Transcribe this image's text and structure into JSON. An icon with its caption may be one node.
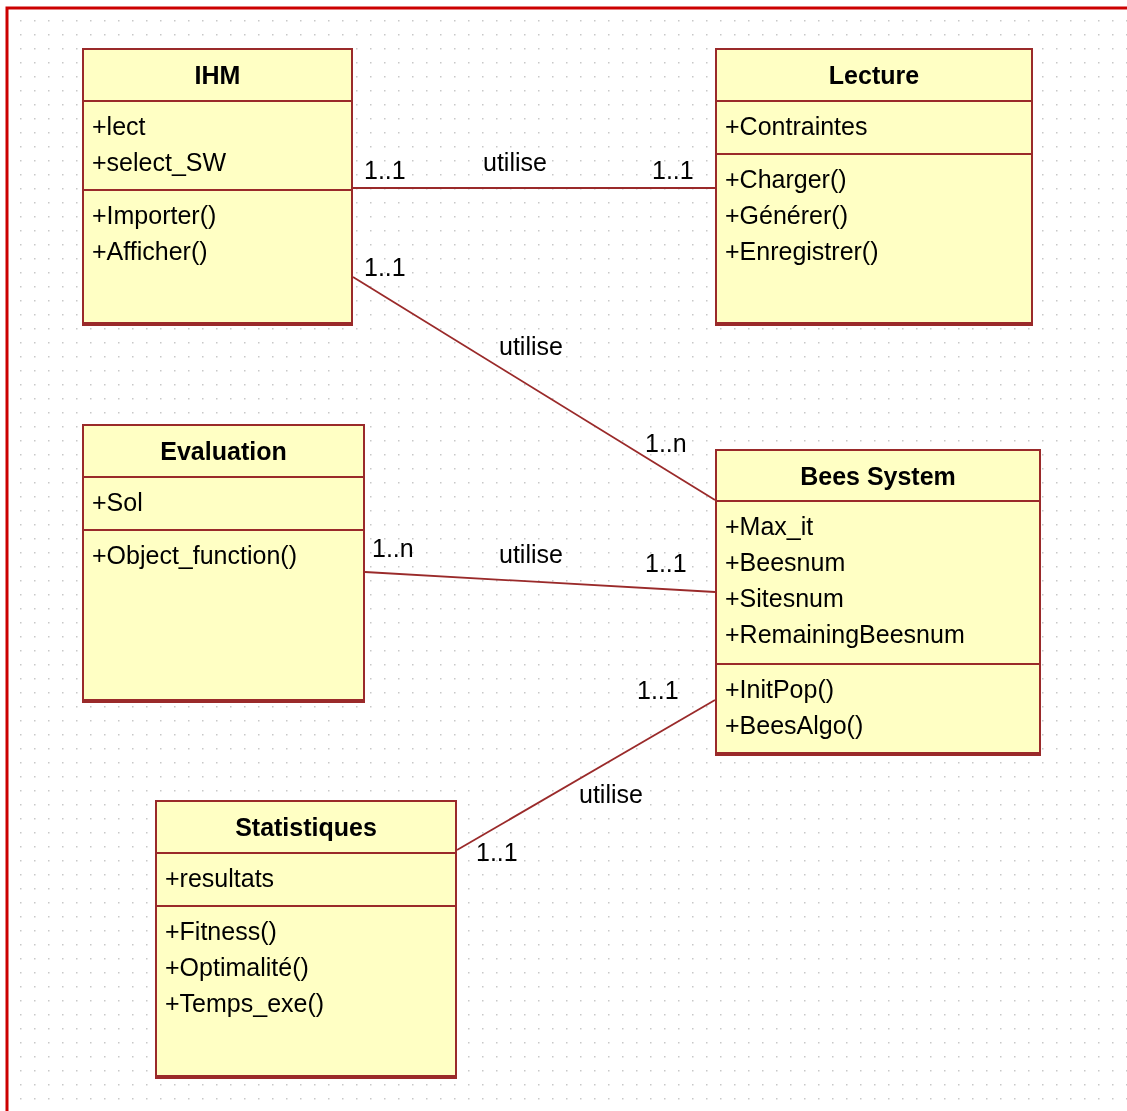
{
  "diagram": {
    "nodes": [
      {
        "text": [
          "IHM"
        ]
      },
      {
        "text": [
          "+lect",
          "+select_SW"
        ],
        "in": 0
      },
      {
        "text": [
          "+Importer()",
          "+Afficher()"
        ],
        "in": 0
      },
      {
        "text": [
          "Lecture"
        ]
      },
      {
        "text": [
          "+Contraintes"
        ],
        "in": 3
      },
      {
        "text": [
          "+Charger()",
          "+Générer()",
          "+Enregistrer()"
        ],
        "in": 3
      },
      {
        "text": [
          "Evaluation"
        ]
      },
      {
        "text": [
          "+Sol"
        ],
        "in": 6
      },
      {
        "text": [
          "+Object_function()"
        ],
        "in": 6
      },
      {
        "text": [
          "Bees System"
        ]
      },
      {
        "text": [
          "+Max_it",
          "+Beesnum",
          "+Sitesnum",
          "+RemainingBeesnum"
        ],
        "in": 9
      },
      {
        "text": [
          "+InitPop()",
          "+BeesAlgo()"
        ],
        "in": 9
      },
      {
        "text": [
          "Statistiques"
        ]
      },
      {
        "text": [
          "+resultats"
        ],
        "in": 12
      },
      {
        "text": [
          "+Fitness()",
          "+Optimalité()",
          "+Temps_exe()"
        ],
        "in": 12
      }
    ],
    "edges": [
      {
        "from": 0,
        "to": 3,
        "arrow": "none",
        "label": "utilise"
      },
      {
        "from": 0,
        "to": 9,
        "arrow": "none",
        "label": "utilise"
      },
      {
        "from": 6,
        "to": 9,
        "arrow": "none",
        "label": "utilise"
      },
      {
        "from": 12,
        "to": 9,
        "arrow": "none",
        "label": "utilise"
      }
    ],
    "labels": [
      "1..1",
      "1..1",
      "1..1",
      "1..n",
      "1..n",
      "1..1",
      "1..1",
      "1..1"
    ]
  }
}
